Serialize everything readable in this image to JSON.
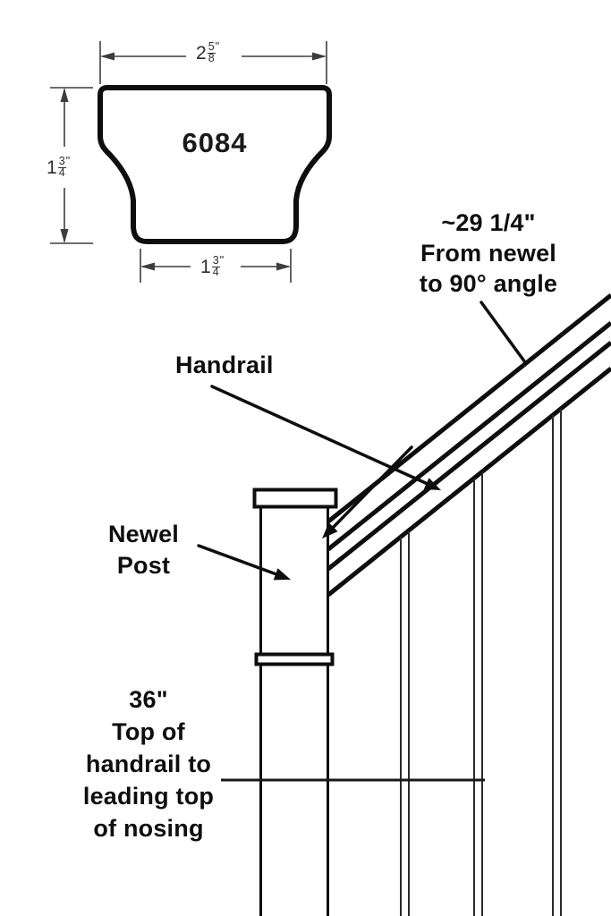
{
  "profile": {
    "part_number": "6084",
    "dim_top": {
      "whole": "2",
      "num": "5",
      "den": "8",
      "unit": "\""
    },
    "dim_left": {
      "whole": "1",
      "num": "3",
      "den": "4",
      "unit": "\""
    },
    "dim_bottom": {
      "whole": "1",
      "num": "3",
      "den": "4",
      "unit": "\""
    }
  },
  "annotations": {
    "rail_length": {
      "line1": "~29 1/4\"",
      "line2": "From newel",
      "line3": "to 90° angle"
    },
    "handrail_label": "Handrail",
    "newel_label": {
      "line1": "Newel",
      "line2": "Post"
    },
    "height_note": {
      "line1": "36\"",
      "line2": "Top of",
      "line3": "handrail to",
      "line4": "leading top",
      "line5": "of nosing"
    }
  },
  "colors": {
    "background": "#ffffff",
    "line_art": "#0e0e0e",
    "dimension_lines": "#3d3d3d",
    "baluster_lines": "#2a2a2a"
  }
}
